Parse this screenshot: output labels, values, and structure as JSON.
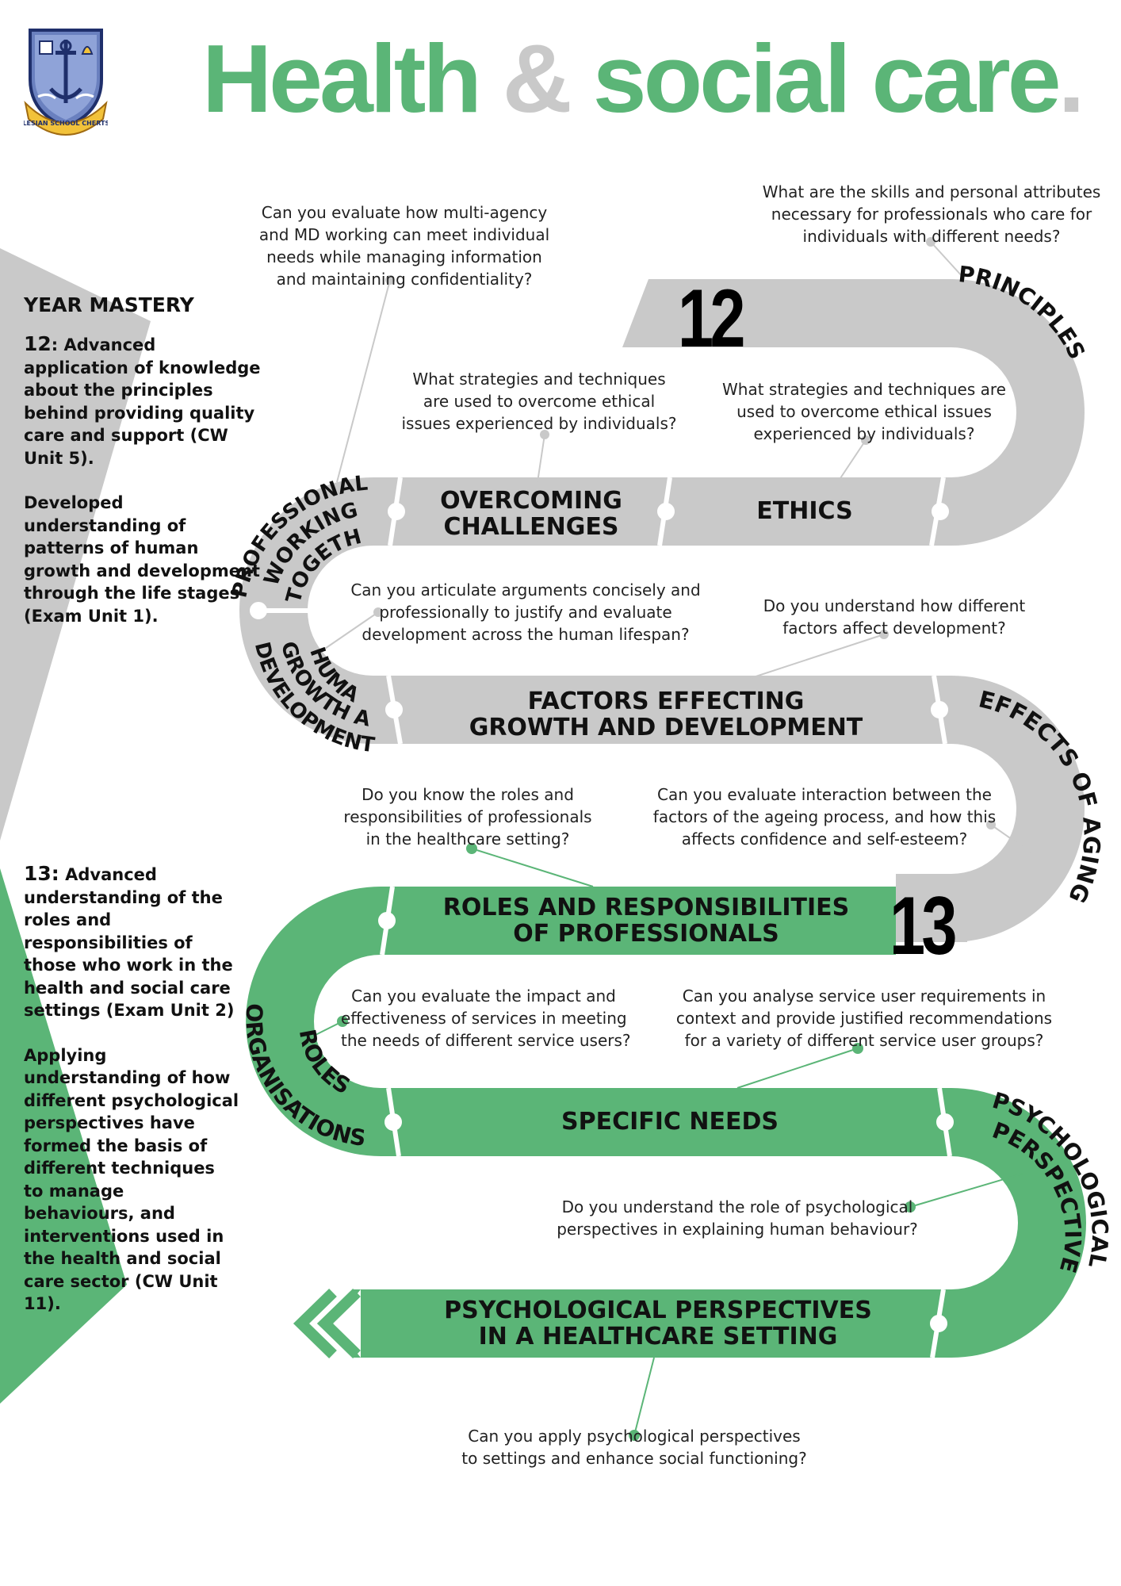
{
  "title": {
    "word1": "Health",
    "amp": "&",
    "word2": "social care",
    "dot": "."
  },
  "logo": {
    "name": "school-crest-logo",
    "ribbon": "SALESIAN SCHOOL CHERTSEY"
  },
  "colors": {
    "green": "#5bb577",
    "grey": "#c9c9c9"
  },
  "side": {
    "heading": "YEAR MASTERY",
    "y12": {
      "num": "12",
      "p1": ": Advanced application of knowledge about the principles behind providing quality care and support (CW Unit 5).",
      "p2": "Developed understanding of patterns of human growth and development through the life stages (Exam Unit 1)."
    },
    "y13": {
      "num": "13:",
      "p1": " Advanced understanding of the roles and responsibilities of those who work in the health and social care settings (Exam Unit 2)",
      "p2": "Applying understanding of how different psychological perspectives have formed the basis of different techniques to manage behaviours, and interventions used in the health and social care sector (CW Unit 11)."
    }
  },
  "years": {
    "y12": "12",
    "y13": "13"
  },
  "labels": {
    "principles": "PRINCIPLES",
    "ethics": "ETHICS",
    "overcoming1": "OVERCOMING",
    "overcoming2": "CHALLENGES",
    "pwt1": "PROFESSIONALS",
    "pwt2": "WORKING",
    "pwt3": "TOGETHER",
    "hgd1": "HUMAN",
    "hgd2": "GROWTH AND",
    "hgd3": "DEVELOPMENT",
    "factors1": "FACTORS EFFECTING",
    "factors2": "GROWTH AND DEVELOPMENT",
    "aging": "EFFECTS OF AGING",
    "roles1": "ROLES AND RESPONSIBILITIES",
    "roles2": "OF PROFESSIONALS",
    "org1": "ROLES OF",
    "org2": "ORGANISATIONS",
    "specific": "SPECIFIC NEEDS",
    "psy1": "PSYCHOLOGICAL",
    "psy2": "PERSPECTIVE",
    "psyset1": "PSYCHOLOGICAL PERSPECTIVES",
    "psyset2": "IN A HEALTHCARE SETTING"
  },
  "questions": {
    "q1": [
      "What are the skills and personal attributes",
      "necessary for professionals who care for",
      "individuals with different needs?"
    ],
    "q2": [
      "Can you evaluate how multi-agency",
      "and MD working can meet individual",
      "needs while managing information",
      "and maintaining confidentiality?"
    ],
    "q3": [
      "What strategies and techniques",
      "are used to overcome ethical",
      "issues experienced by individuals?"
    ],
    "q4": [
      "What strategies and techniques are",
      "used to overcome ethical issues",
      "experienced by individuals?"
    ],
    "q5": [
      "Can you articulate arguments concisely and",
      "professionally to justify and evaluate",
      "development across the human lifespan?"
    ],
    "q6": [
      "Do you understand how different",
      "factors affect development?"
    ],
    "q7": [
      "Do you know the roles and",
      "responsibilities of professionals",
      "in the healthcare setting?"
    ],
    "q8": [
      "Can you evaluate interaction between the",
      "factors of the ageing process, and how this",
      "affects confidence and self-esteem?"
    ],
    "q9": [
      "Can you evaluate the impact and",
      "effectiveness of services in meeting",
      "the needs of different service users?"
    ],
    "q10": [
      "Can you analyse service user requirements in",
      "context and provide justified recommendations",
      "for a variety of different service user groups?"
    ],
    "q11": [
      "Do you understand the role of psychological",
      "perspectives in explaining human behaviour?"
    ],
    "q12": [
      "Can you apply psychological perspectives",
      "to settings and enhance social functioning?"
    ]
  }
}
